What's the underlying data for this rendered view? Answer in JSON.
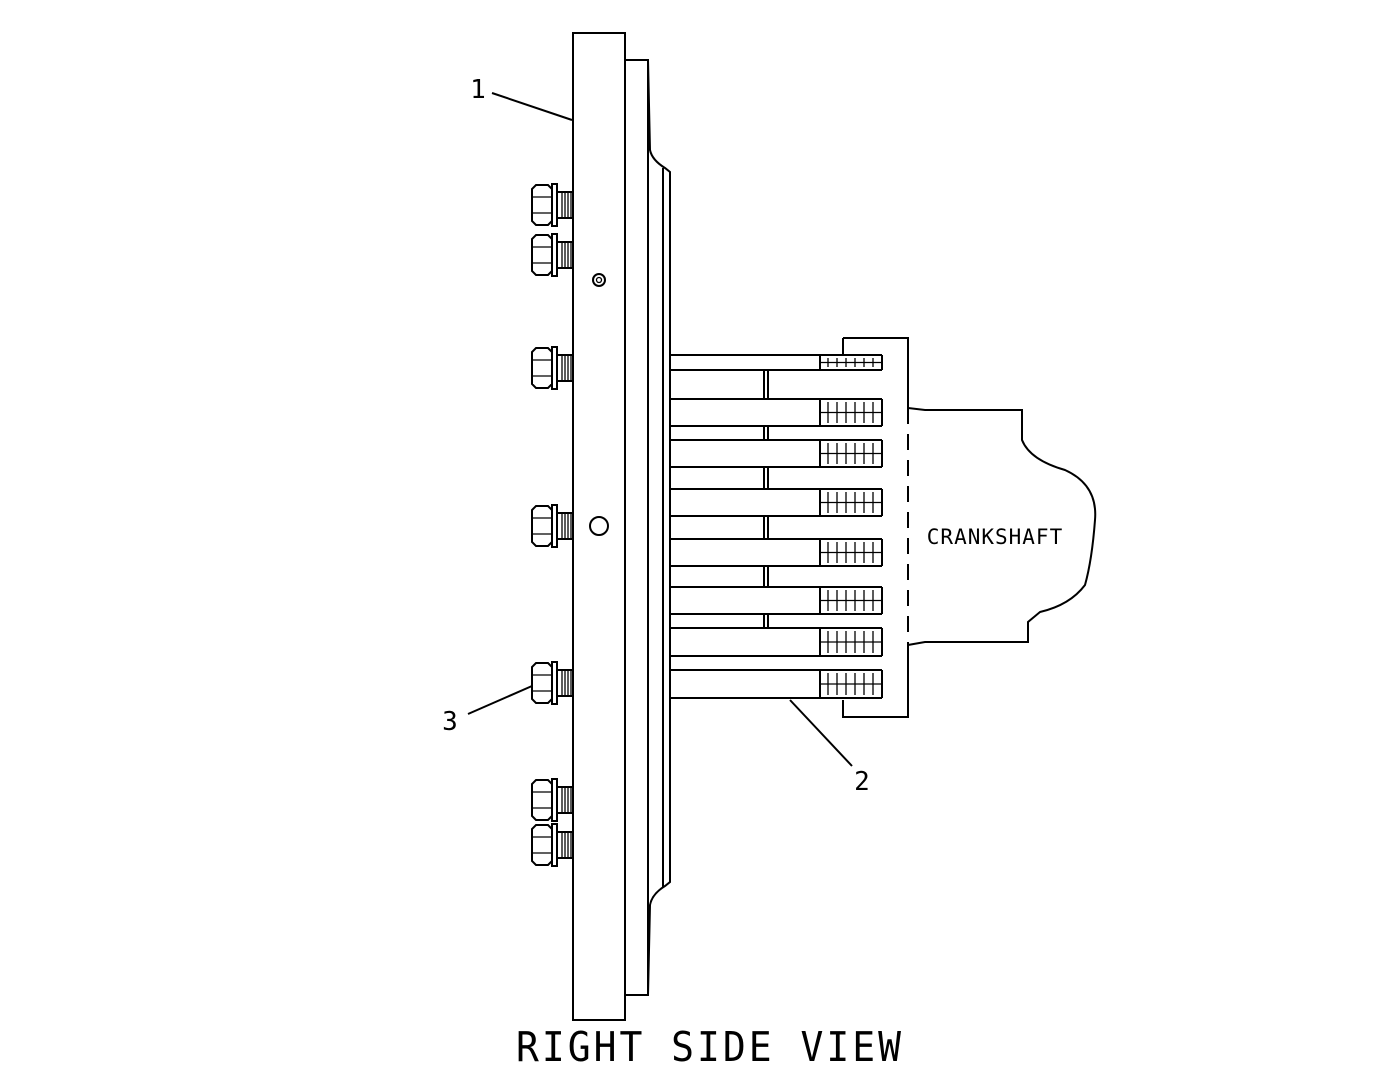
{
  "diagram": {
    "title": "RIGHT SIDE VIEW",
    "part_label": "CRANKSHAFT",
    "callouts": [
      {
        "id": "1",
        "text": "1"
      },
      {
        "id": "2",
        "text": "2"
      },
      {
        "id": "3",
        "text": "3"
      }
    ]
  }
}
